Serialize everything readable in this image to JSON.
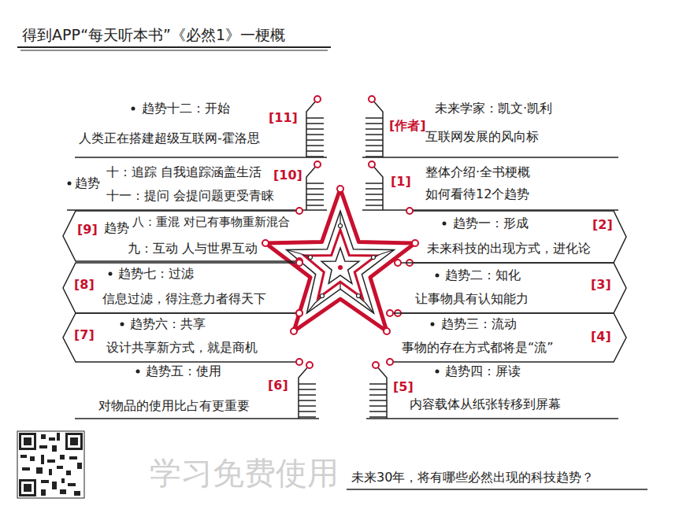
{
  "diagram": {
    "title": "得到APP“每天听本书”《必然1》一梗概",
    "caption": "未来30年，将有哪些必然出现的科技趋势？",
    "nodes": [
      {
        "text": [
          "[作者]",
          "未来学家：凯文·凯利",
          "互联网发展的风向标"
        ]
      },
      {
        "text": [
          "[1]",
          "整体介绍·全书梗概",
          "如何看待12个趋势"
        ]
      },
      {
        "text": [
          "趋势一：形成",
          "[2]",
          "未来科技的出现方式，进化论"
        ]
      },
      {
        "text": [
          "趋势二：知化",
          "[3]",
          "让事物具有认知能力"
        ]
      },
      {
        "text": [
          "趋势三：流动",
          "[4]",
          "事物的存在方式都将是“流”"
        ]
      },
      {
        "text": [
          "[5]",
          "趋势四：屏读",
          "内容载体从纸张转移到屏幕"
        ]
      },
      {
        "text": [
          "趋势十二：开始",
          "[11]",
          "人类正在搭建超级互联网-霍洛思"
        ]
      },
      {
        "text": [
          "趋势",
          "十：追踪 自我追踪涵盖生活",
          "[10]",
          "十一：提问 会提问题更受青睐"
        ]
      },
      {
        "text": [
          "[9]",
          "趋势",
          "八：重混 对已有事物重新混合",
          "九：互动 人与世界互动"
        ]
      },
      {
        "text": [
          "[8]",
          "趋势七：过滤",
          "信息过滤，得注意力者得天下"
        ]
      },
      {
        "text": [
          "[7]",
          "趋势六：共享",
          "设计共享新方式，就是商机"
        ]
      },
      {
        "text": [
          "趋势五：使用",
          "[6]",
          "对物品的使用比占有更重要"
        ]
      }
    ],
    "labels": [
      "学习免费使用"
    ]
  }
}
